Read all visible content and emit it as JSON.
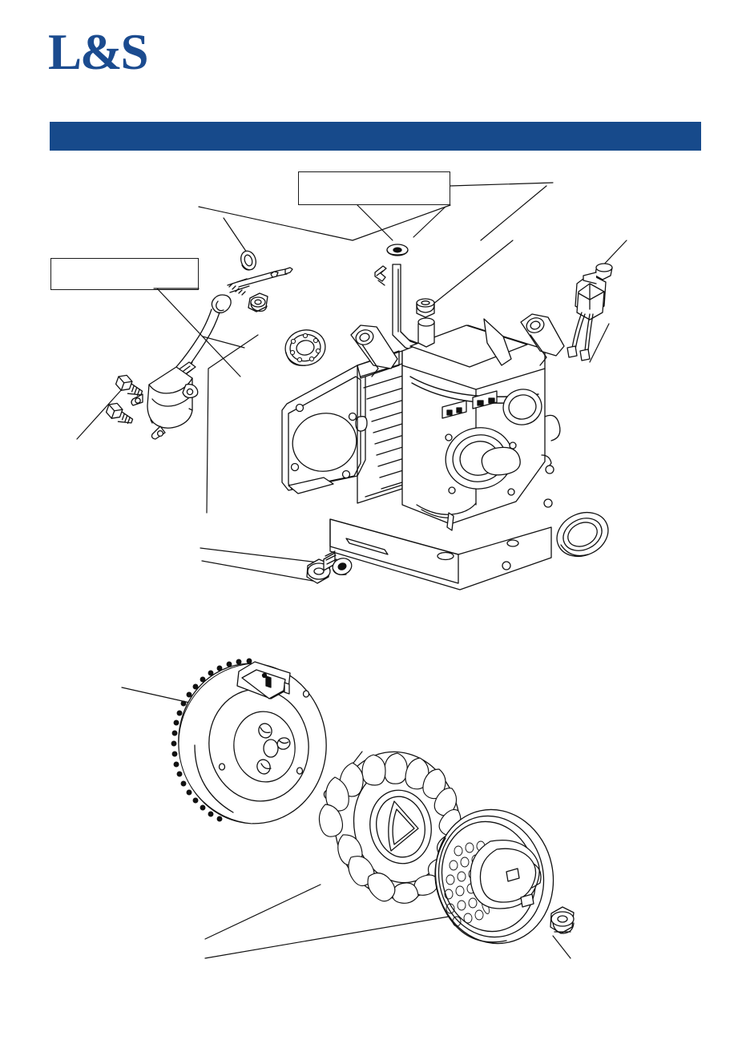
{
  "document": {
    "brand_logo_text": "L&S",
    "brand_color": "#1b4b8f",
    "header_bar_color": "#174a8b",
    "header_bar_text": "",
    "page_background": "#ffffff",
    "line_art_color": "#111111"
  },
  "callouts": [
    {
      "id": "callout-top",
      "text": ""
    },
    {
      "id": "callout-left",
      "text": ""
    }
  ],
  "diagram": {
    "type": "exploded-parts-diagram",
    "subject": "engine crankcase / cylinder block assembly",
    "groups": [
      {
        "name": "upper-assembly",
        "parts": [
          {
            "key": "oil-level-sensor",
            "label": ""
          },
          {
            "key": "sensor-mount-bolt-1",
            "label": ""
          },
          {
            "key": "sensor-mount-bolt-2",
            "label": ""
          },
          {
            "key": "o-ring-seal",
            "label": ""
          },
          {
            "key": "hex-nut",
            "label": ""
          },
          {
            "key": "flat-washer",
            "label": ""
          },
          {
            "key": "retaining-clip",
            "label": ""
          },
          {
            "key": "governor-rod",
            "label": ""
          },
          {
            "key": "governor-bushing",
            "label": ""
          },
          {
            "key": "crankshaft-ball-bearing",
            "label": ""
          },
          {
            "key": "cylinder-block",
            "label": ""
          },
          {
            "key": "charge-coil",
            "label": ""
          },
          {
            "key": "coil-mount-bolt",
            "label": ""
          },
          {
            "key": "crankshaft-oil-seal",
            "label": ""
          },
          {
            "key": "flange-bolt",
            "label": ""
          },
          {
            "key": "bolt-washer",
            "label": ""
          }
        ]
      },
      {
        "name": "lower-assembly",
        "parts": [
          {
            "key": "flywheel-with-ring-gear",
            "label": ""
          },
          {
            "key": "woodruff-key",
            "label": ""
          },
          {
            "key": "cooling-fan",
            "label": ""
          },
          {
            "key": "starter-pulley-cup",
            "label": ""
          },
          {
            "key": "flywheel-flange-nut",
            "label": ""
          }
        ]
      }
    ]
  }
}
